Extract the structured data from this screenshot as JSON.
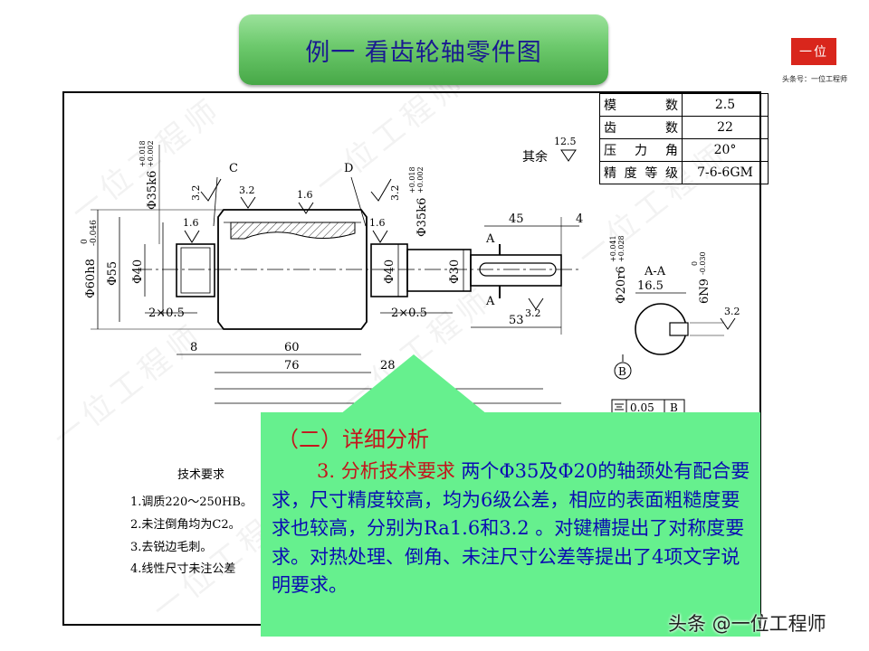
{
  "slide": {
    "title": "例一  看齿轮轴零件图",
    "logo_text": "一位",
    "logo_caption": "头条号：一位工程师",
    "watermark_text": "一位工程师",
    "footer_credit": "头条 @一位工程师"
  },
  "gear_params": [
    {
      "label": "模 数",
      "value": "2.5"
    },
    {
      "label": "齿 数",
      "value": "22"
    },
    {
      "label": "压力角",
      "value": "20°"
    },
    {
      "label": "精度等级",
      "value": "7-6-6GM"
    }
  ],
  "drawing": {
    "other_roughness": "其余",
    "roughness_12_5": "12.5",
    "roughness_3_2": "3.2",
    "roughness_1_6": "1.6",
    "section_c": "C",
    "section_d": "D",
    "section_a": "A",
    "section_aa": "A-A",
    "datum_b": "B",
    "dia_60h8": "Φ60h8",
    "tol_60h8_upper": "0",
    "tol_60h8_lower": "-0.046",
    "dia_55": "Φ55",
    "dia_40": "Φ40",
    "dia_35k6": "Φ35k6",
    "tol_35k6_upper": "+0.018",
    "tol_35k6_lower": "+0.002",
    "dia_30": "Φ30",
    "dia_20r6": "Φ20r6",
    "tol_20r6_upper": "+0.041",
    "tol_20r6_lower": "+0.028",
    "keyway_6n9": "6N9",
    "tol_6n9_upper": "0",
    "tol_6n9_lower": "-0.030",
    "chamfer": "2×0.5",
    "dim_8": "8",
    "dim_60": "60",
    "dim_76": "76",
    "dim_28": "28",
    "dim_45": "45",
    "dim_4": "4",
    "dim_53": "53",
    "dim_16_5": "16.5",
    "sym_tol_value": "0.05",
    "sym_tol_datum": "B"
  },
  "tech_requirements": {
    "heading": "技术要求",
    "items": [
      "1.调质220～250HB。",
      "2.未注倒角均为C2。",
      "3.去锐边毛刺。",
      "4.线性尺寸未注公差"
    ]
  },
  "analysis": {
    "heading": "（二）详细分析",
    "point_label": "3.  分析技术要求",
    "body": "两个Φ35及Φ20的轴颈处有配合要求，尺寸精度较高，均为6级公差，相应的表面粗糙度要求也较高，分别为Ra1.6和3.2 。对键槽提出了对称度要求。对热处理、倒角、未注尺寸公差等提出了4项文字说明要求。"
  },
  "colors": {
    "title_text": "#1a1a90",
    "title_bg": "#6cc96c",
    "analysis_bg": "#66f08e",
    "analysis_heading": "#c4141c",
    "analysis_body": "#0b0bb2",
    "logo_bg": "#d9261c"
  }
}
